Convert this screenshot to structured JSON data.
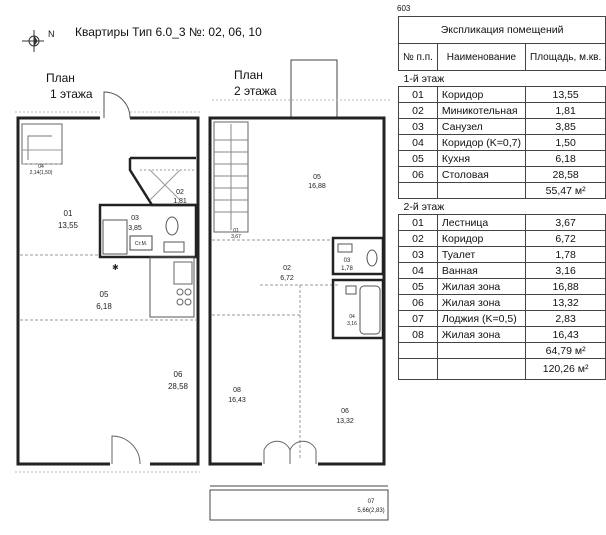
{
  "header": {
    "sheet_number": "603",
    "north": "N",
    "title": "Квартиры Тип 6.0_3 №: 02, 06, 10"
  },
  "floor1": {
    "label_line1": "План",
    "label_line2": "1 этажа",
    "rooms": [
      {
        "code": "01",
        "area": "13,55"
      },
      {
        "code": "02",
        "area": "1,81"
      },
      {
        "code": "03",
        "area": "3,85"
      },
      {
        "code": "04",
        "area": "2,14(1,50)"
      },
      {
        "code": "05",
        "area": "6,18"
      },
      {
        "code": "06",
        "area": "28,58"
      }
    ],
    "wm_label": "Ст.М."
  },
  "floor2": {
    "label_line1": "План",
    "label_line2": "2 этажа",
    "rooms": [
      {
        "code": "01",
        "area": "3,67"
      },
      {
        "code": "02",
        "area": "6,72"
      },
      {
        "code": "03",
        "area": "1,78"
      },
      {
        "code": "04",
        "area": "3,16"
      },
      {
        "code": "05",
        "area": "16,88"
      },
      {
        "code": "06",
        "area": "13,32"
      },
      {
        "code": "07",
        "area": "5,66(2,83)"
      },
      {
        "code": "08",
        "area": "16,43"
      }
    ]
  },
  "table": {
    "caption": "Экспликация помещений",
    "headers": {
      "num": "№ п.п.",
      "name": "Наименование",
      "area": "Площадь, м.кв."
    },
    "section1": {
      "title": "1-й этаж",
      "rows": [
        {
          "num": "01",
          "name": "Коридор",
          "area": "13,55"
        },
        {
          "num": "02",
          "name": "Миникотельная",
          "area": "1,81"
        },
        {
          "num": "03",
          "name": "Санузел",
          "area": "3,85"
        },
        {
          "num": "04",
          "name": "Коридор (K=0,7)",
          "area": "1,50"
        },
        {
          "num": "05",
          "name": "Кухня",
          "area": "6,18"
        },
        {
          "num": "06",
          "name": "Столовая",
          "area": "28,58"
        }
      ],
      "total": "55,47 м²"
    },
    "section2": {
      "title": "2-й этаж",
      "rows": [
        {
          "num": "01",
          "name": "Лестница",
          "area": "3,67"
        },
        {
          "num": "02",
          "name": "Коридор",
          "area": "6,72"
        },
        {
          "num": "03",
          "name": "Туалет",
          "area": "1,78"
        },
        {
          "num": "04",
          "name": "Ванная",
          "area": "3,16"
        },
        {
          "num": "05",
          "name": "Жилая зона",
          "area": "16,88"
        },
        {
          "num": "06",
          "name": "Жилая зона",
          "area": "13,32"
        },
        {
          "num": "07",
          "name": "Лоджия (K=0,5)",
          "area": "2,83"
        },
        {
          "num": "08",
          "name": "Жилая зона",
          "area": "16,43"
        }
      ],
      "total": "64,79 м²"
    },
    "grand_total": "120,26 м²"
  }
}
